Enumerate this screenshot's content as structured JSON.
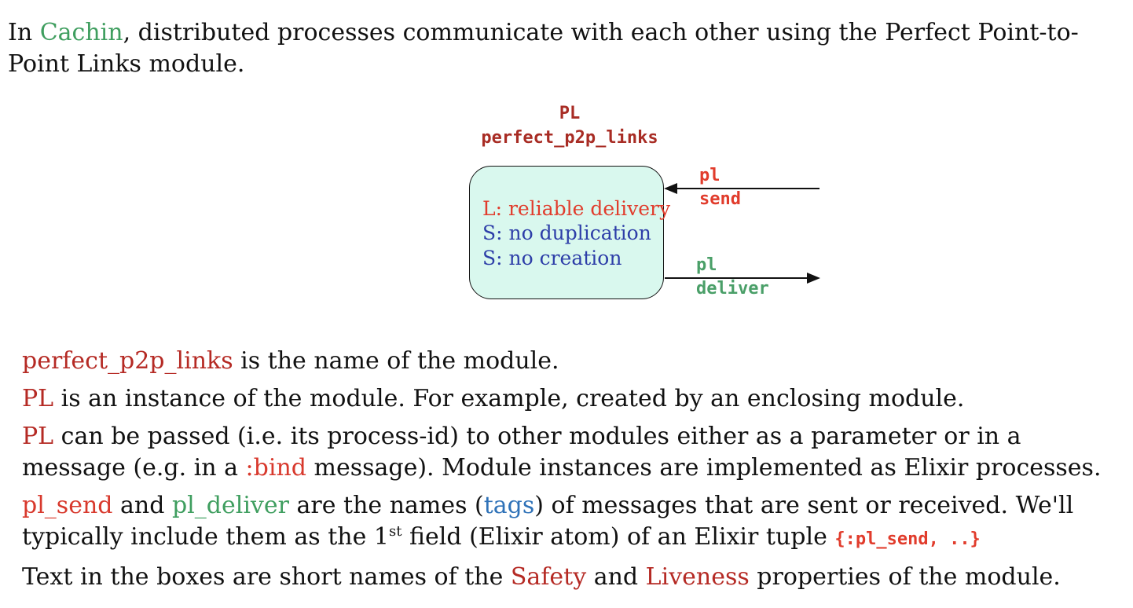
{
  "intro": {
    "prefix": "In ",
    "cachin": "Cachin",
    "suffix": ", distributed processes communicate with each other using the Perfect Point-to-Point Links module."
  },
  "diagram": {
    "instance": "PL",
    "module_name": "perfect_p2p_links",
    "properties": {
      "liveness": "L: reliable delivery",
      "safety_1": "S: no duplication",
      "safety_2": "S: no creation"
    },
    "send": {
      "line_1": "pl",
      "line_2": "send"
    },
    "deliver": {
      "line_1": "pl",
      "line_2": "deliver"
    }
  },
  "paragraphs": {
    "p1": {
      "term": "perfect_p2p_links",
      "text": " is the name of the module."
    },
    "p2": {
      "term": "PL",
      "text": " is an instance of the module. For example, created by an enclosing module."
    },
    "p3": {
      "term": "PL",
      "text_1": " can be passed (i.e. its process-id) to other modules either as a parameter or in a message (e.g. in a ",
      "bind": ":bind",
      "text_2": " message). Module instances are implemented as Elixir processes."
    },
    "p4": {
      "send": "pl_send",
      "and": " and ",
      "deliver": "pl_deliver",
      "text_1": " are the names (",
      "tags": "tags",
      "text_2": ") of messages that are sent or received. We'll typically include them as the 1",
      "superscript": "st",
      "text_3": " field (Elixir atom) of an Elixir tuple ",
      "code": "{:pl_send, ..}"
    },
    "p5": {
      "text_1": "Text in the boxes are short names of the ",
      "safety": "Safety",
      "and": " and ",
      "liveness": "Liveness",
      "text_2": " properties of the module."
    }
  },
  "colors": {
    "green": "#3f9e5f",
    "red": "#b52a24",
    "bright_red": "#d8392d",
    "blue": "#2f72b8",
    "box_fill": "#d9f8ee"
  }
}
